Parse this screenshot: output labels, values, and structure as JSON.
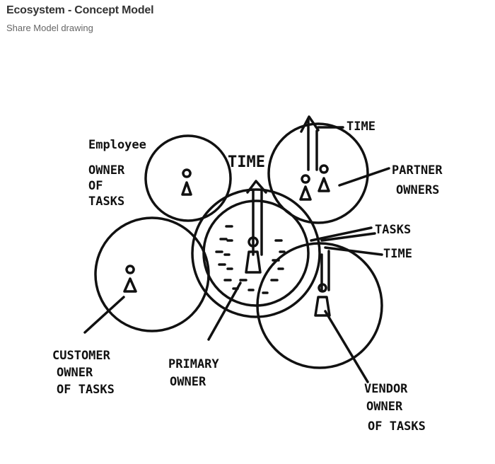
{
  "header": {
    "title": "Ecosystem - Concept Model",
    "subtitle": "Share Model drawing"
  },
  "drawing": {
    "labels": {
      "employee": [
        "Employee",
        "OWNER",
        "OF",
        "TASKS"
      ],
      "time_center": "TIME",
      "time_top": "TIME",
      "partner": [
        "PARTNER",
        "OWNERS"
      ],
      "tasks": "TASKS",
      "time_right": "TIME",
      "customer": [
        "CUSTOMER",
        "OWNER",
        "OF TASKS"
      ],
      "primary": [
        "PRIMARY",
        "OWNER"
      ],
      "vendor": [
        "VENDOR",
        "OWNER",
        "OF TASKS"
      ]
    }
  }
}
